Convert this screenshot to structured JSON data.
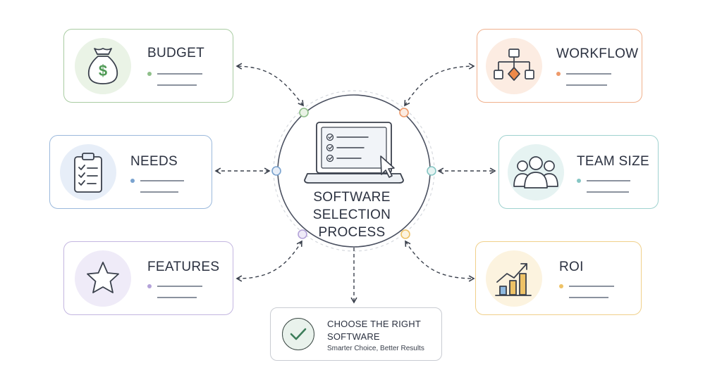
{
  "center": {
    "lines": [
      "SOFTWARE",
      "SELECTION",
      "PROCESS"
    ],
    "icon": "laptop-checklist-icon"
  },
  "cards": [
    {
      "id": "budget",
      "label": "BUDGET",
      "icon": "money-bag-icon",
      "color": "#8fbf8a",
      "tint": "#eaf3e6"
    },
    {
      "id": "needs",
      "label": "NEEDS",
      "icon": "clipboard-checklist-icon",
      "color": "#7aa3cf",
      "tint": "#e7eef8"
    },
    {
      "id": "features",
      "label": "FEATURES",
      "icon": "star-icon",
      "color": "#b4a3d9",
      "tint": "#efebf8"
    },
    {
      "id": "workflow",
      "label": "WORKFLOW",
      "icon": "flowchart-icon",
      "color": "#ee9a6a",
      "tint": "#fcece2"
    },
    {
      "id": "team-size",
      "label": "TEAM SIZE",
      "icon": "team-icon",
      "color": "#86c6c4",
      "tint": "#e6f3f2"
    },
    {
      "id": "roi",
      "label": "ROI",
      "icon": "growth-chart-icon",
      "color": "#eec266",
      "tint": "#fcf3df"
    }
  ],
  "result": {
    "title_lines": [
      "CHOOSE THE RIGHT",
      "SOFTWARE"
    ],
    "subtitle": "Smarter Choice, Better Results",
    "icon": "checkmark-icon"
  },
  "colors": {
    "ink": "#2b3140",
    "connector": "#3a404c",
    "node_budget": "#8fbf8a",
    "node_workflow": "#ee9a6a",
    "node_needs": "#7aa3cf",
    "node_team": "#86c6c4",
    "node_features": "#b4a3d9",
    "node_roi": "#eec266",
    "money_green": "#4f9a55",
    "diamond_orange": "#ee8a4a",
    "bars_blue": "#8fb9df"
  }
}
